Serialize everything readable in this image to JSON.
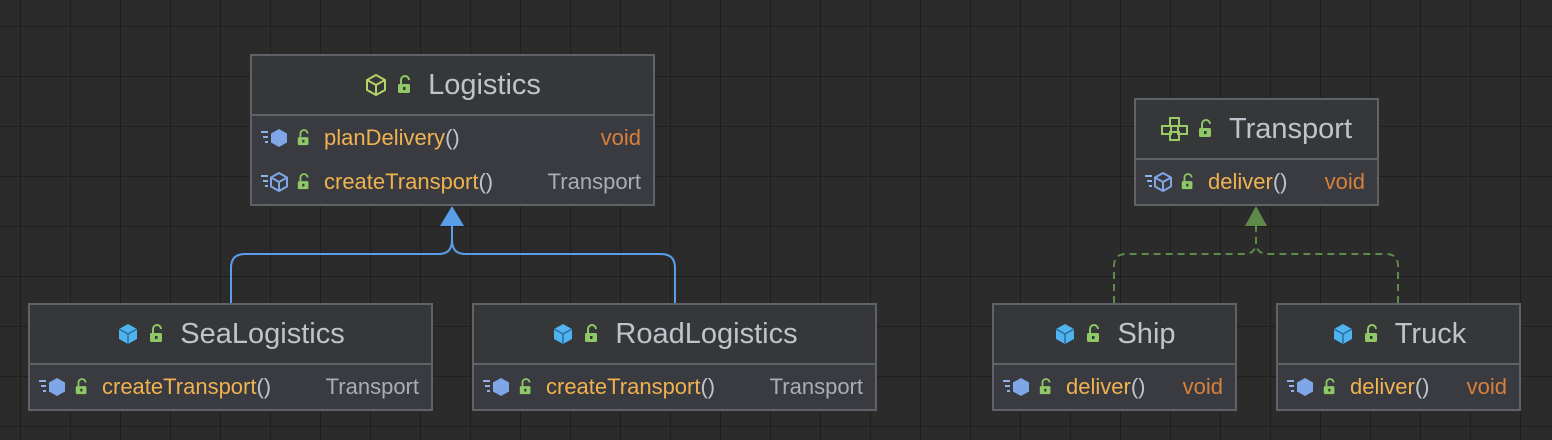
{
  "colors": {
    "background": "#2b2b2b",
    "inheritance_edge": "#5a9de8",
    "realization_edge": "#5e8a4a",
    "method_name": "#f0b24f",
    "void_type": "#d8803a",
    "class_type": "#a9aeb6",
    "header_text": "#bfc4cc"
  },
  "nodes": {
    "logistics": {
      "title": "Logistics",
      "kind_icon": "abstract-class-icon",
      "methods": [
        {
          "name": "planDelivery",
          "parens": "()",
          "type": "void",
          "type_kind": "void",
          "icon": "method-icon"
        },
        {
          "name": "createTransport",
          "parens": "()",
          "type": "Transport",
          "type_kind": "class",
          "icon": "abstract-method-icon"
        }
      ]
    },
    "transport": {
      "title": "Transport",
      "kind_icon": "interface-icon",
      "methods": [
        {
          "name": "deliver",
          "parens": "()",
          "type": "void",
          "type_kind": "void",
          "icon": "abstract-method-icon"
        }
      ]
    },
    "sea_logistics": {
      "title": "SeaLogistics",
      "kind_icon": "class-icon",
      "methods": [
        {
          "name": "createTransport",
          "parens": "()",
          "type": "Transport",
          "type_kind": "class",
          "icon": "method-icon"
        }
      ]
    },
    "road_logistics": {
      "title": "RoadLogistics",
      "kind_icon": "class-icon",
      "methods": [
        {
          "name": "createTransport",
          "parens": "()",
          "type": "Transport",
          "type_kind": "class",
          "icon": "method-icon"
        }
      ]
    },
    "ship": {
      "title": "Ship",
      "kind_icon": "class-icon",
      "methods": [
        {
          "name": "deliver",
          "parens": "()",
          "type": "void",
          "type_kind": "void",
          "icon": "method-icon"
        }
      ]
    },
    "truck": {
      "title": "Truck",
      "kind_icon": "class-icon",
      "methods": [
        {
          "name": "deliver",
          "parens": "()",
          "type": "void",
          "type_kind": "void",
          "icon": "method-icon"
        }
      ]
    }
  },
  "edges": [
    {
      "from": "SeaLogistics",
      "to": "Logistics",
      "kind": "inheritance"
    },
    {
      "from": "RoadLogistics",
      "to": "Logistics",
      "kind": "inheritance"
    },
    {
      "from": "Ship",
      "to": "Transport",
      "kind": "realization"
    },
    {
      "from": "Truck",
      "to": "Transport",
      "kind": "realization"
    }
  ]
}
